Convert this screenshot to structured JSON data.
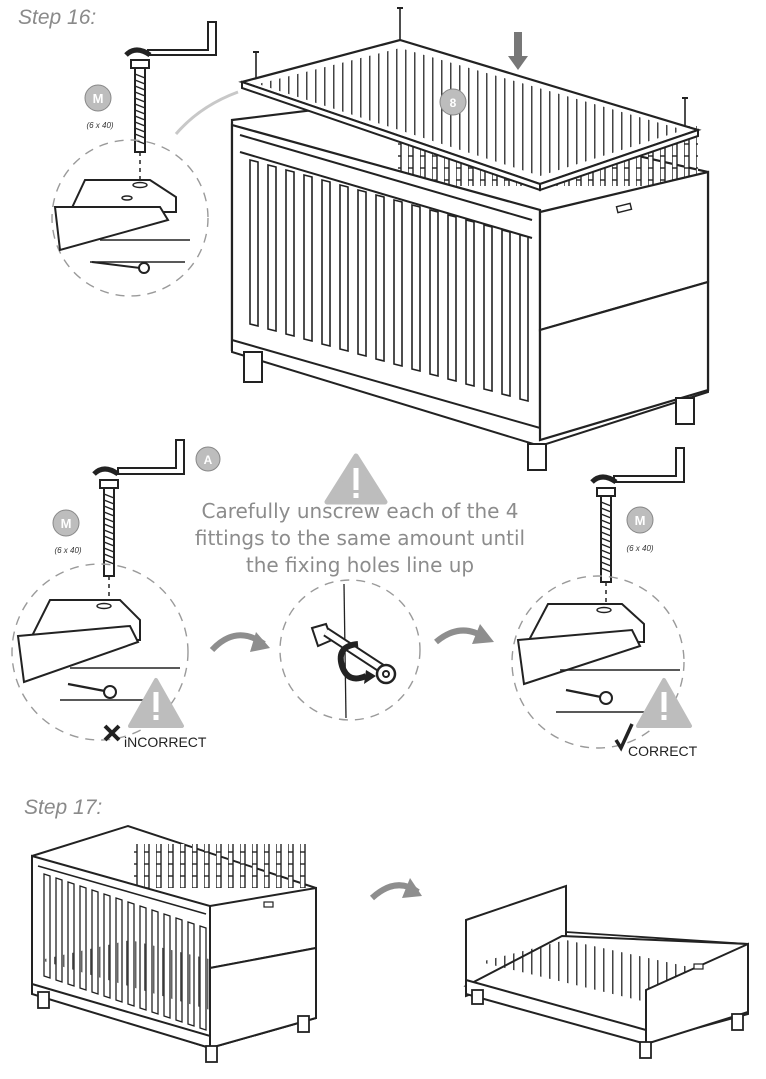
{
  "step16": {
    "title": "Step 16:",
    "part_m_badge": "M",
    "part_m_size": "(6 x 40)",
    "part_8_badge": "8",
    "tool_a_badge": "A",
    "instruction_lines": [
      "Carefully unscrew each of the 4",
      "fittings to the same amount until",
      "the fixing holes line up"
    ],
    "incorrect_label": "iNCORRECT",
    "correct_label": "CORRECT"
  },
  "step17": {
    "title": "Step 17:"
  },
  "colors": {
    "line": "#1e1e1e",
    "badge_fill": "#bdbdbd",
    "warning_fill": "#bdbdbd",
    "title_gray": "#8a8a8a",
    "dashed_circle": "#9a9a9a"
  },
  "icons": [
    "allen-key-icon",
    "bolt-icon",
    "warning-icon",
    "curved-arrow-icon",
    "down-arrow-icon",
    "cross-icon",
    "check-icon"
  ]
}
